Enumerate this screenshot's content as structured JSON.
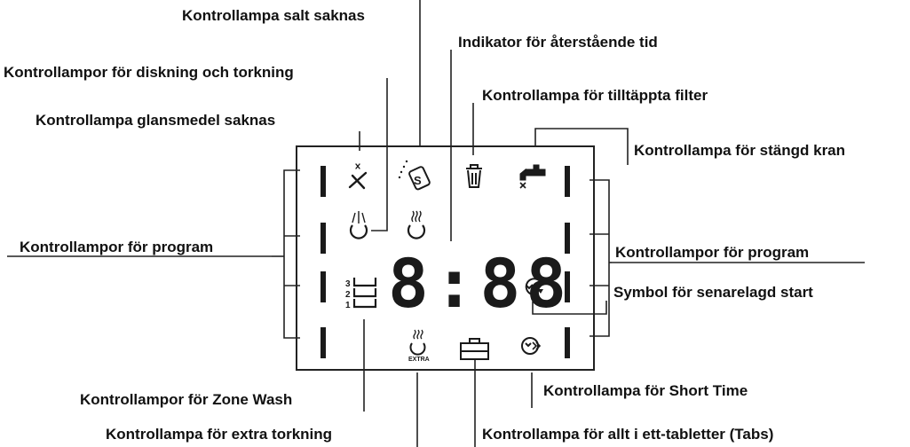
{
  "labels": {
    "salt": "Kontrollampa salt saknas",
    "remaining_time": "Indikator för återstående tid",
    "wash_dry": "Kontrollampor för diskning och torkning",
    "clogged_filter": "Kontrollampa för tilltäppta filter",
    "rinse_aid": "Kontrollampa glansmedel saknas",
    "tap_closed": "Kontrollampa för stängd kran",
    "programs_left": "Kontrollampor för program",
    "programs_right": "Kontrollampor för program",
    "delayed_start": "Symbol för senarelagd start",
    "zone_wash": "Kontrollampor för Zone Wash",
    "short_time": "Kontrollampa för Short Time",
    "extra_dry": "Kontrollampa för extra torkning",
    "tabs": "Kontrollampa för allt i ett-tabletter (Tabs)"
  },
  "display": {
    "time": "8:88",
    "zone_numbers": [
      "3",
      "2",
      "1"
    ],
    "extra_text": "EXTRA"
  },
  "colors": {
    "ink": "#1a1a1a",
    "line": "#222222"
  }
}
